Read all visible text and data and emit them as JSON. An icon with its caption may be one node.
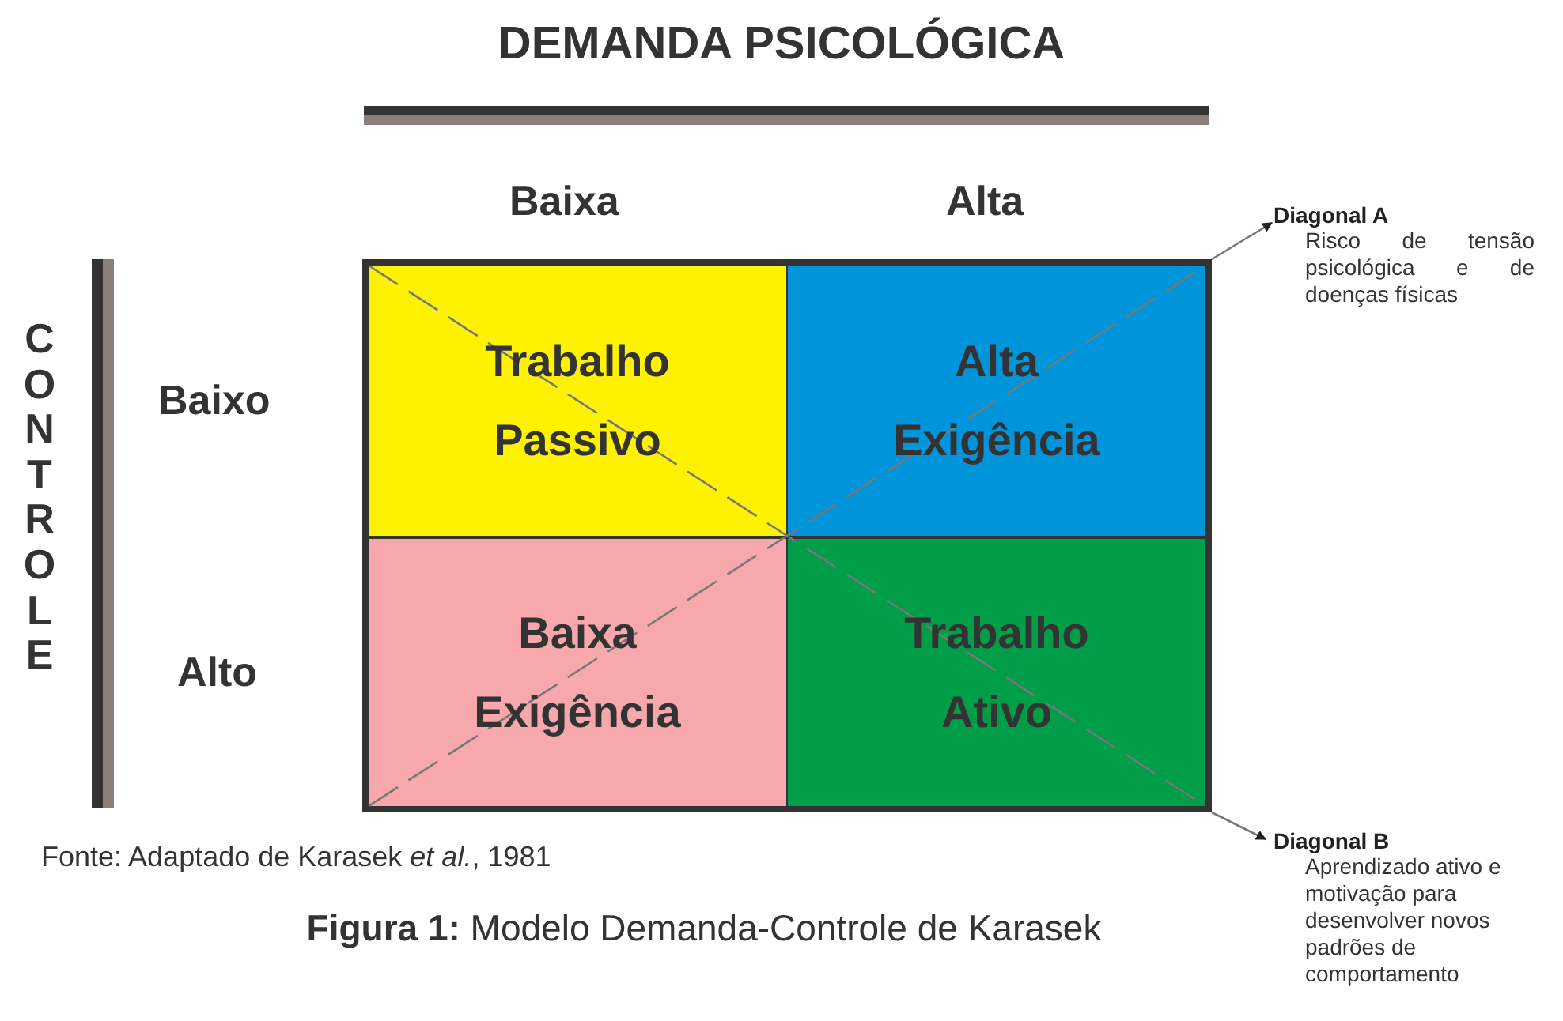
{
  "diagram": {
    "title": "DEMANDA PSICOLÓGICA",
    "caption": "**Figura 1:** Modelo Demanda-Controle de Karasek",
    "nodes": [
      {
        "text": [],
        "shape": "box"
      },
      {
        "text": [
          "Trabalho Passivo"
        ],
        "in": 0
      },
      {
        "text": [
          "Alta Exigência"
        ],
        "in": 0
      },
      {
        "text": [
          "Baixa Exigência"
        ],
        "in": 0
      },
      {
        "text": [
          "Trabalho Ativo"
        ],
        "in": 0
      },
      {
        "text": [
          "Diagonal A",
          "Risco de tensão psicológica e de doenças físicas"
        ]
      },
      {
        "text": [
          "Diagonal B",
          "Aprendizado ativo e motivação para desenvolver novos padrões de comportamento"
        ]
      }
    ],
    "edges": [
      {
        "from": 0,
        "to": 5,
        "arrow": "to"
      },
      {
        "from": 0,
        "to": 6,
        "arrow": "to"
      },
      {
        "from": 3,
        "to": 2,
        "arrow": "none",
        "style": "dashed"
      },
      {
        "from": 1,
        "to": 4,
        "arrow": "none",
        "style": "dashed"
      }
    ],
    "labels": [
      "Baixa",
      "Alta",
      "CONTROLE",
      "Baixo",
      "Alto",
      "Fonte: Adaptado de Karasek *et al.*, 1981"
    ]
  }
}
